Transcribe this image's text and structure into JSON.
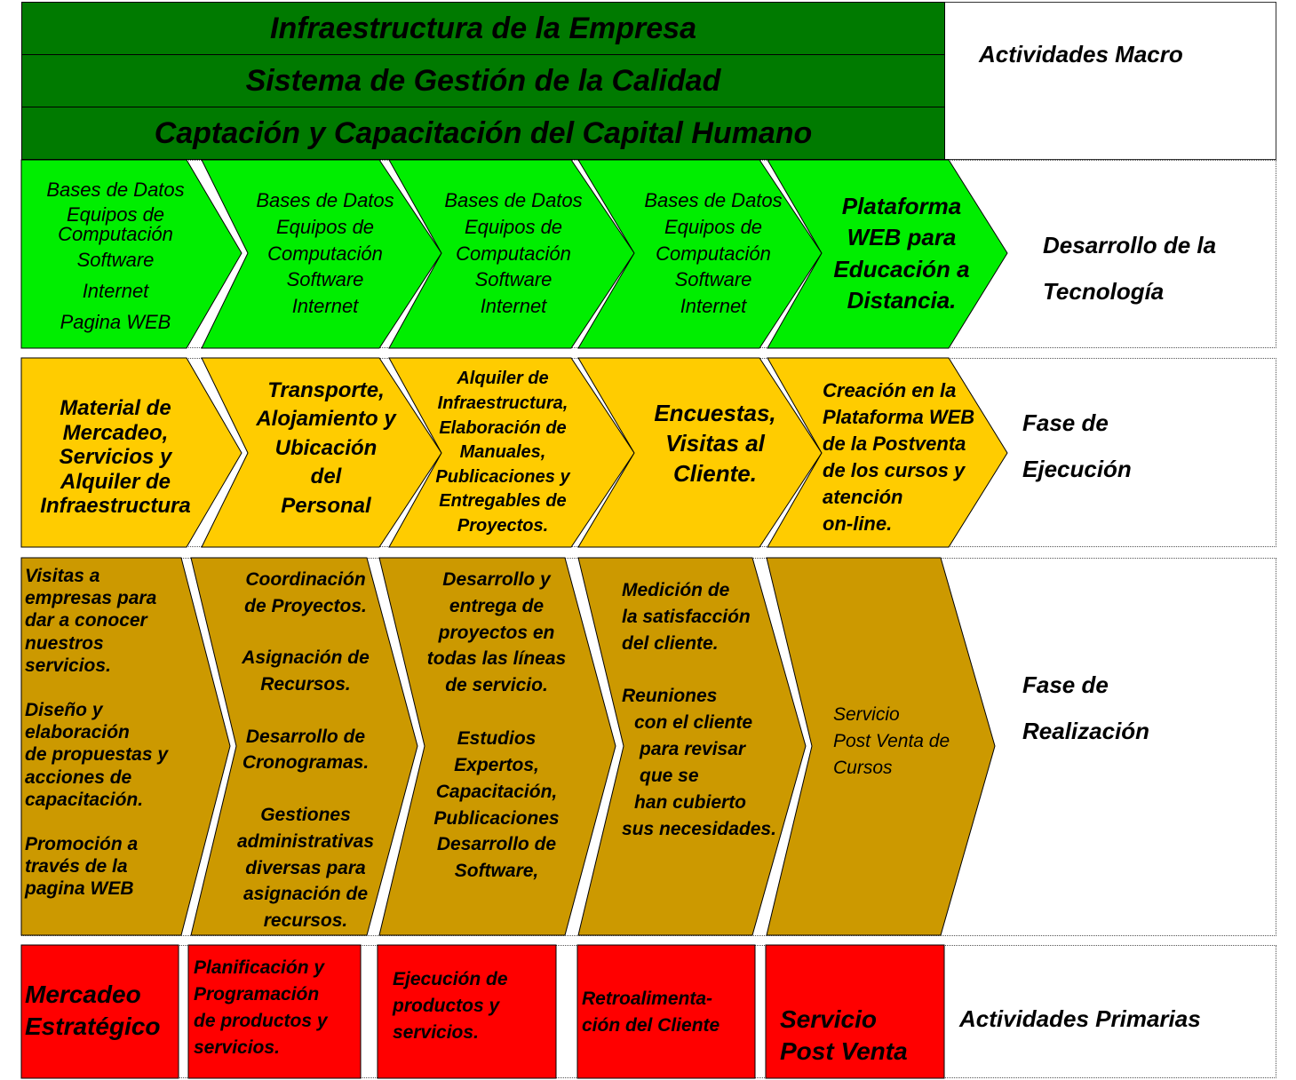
{
  "macro": {
    "bars": [
      "Infraestructura de la Empresa",
      "Sistema de Gestión de la Calidad",
      "Captación y Capacitación del Capital Humano"
    ],
    "label": "Actividades Macro"
  },
  "rows": [
    {
      "id": "tecnologia",
      "label": [
        "Desarrollo de la",
        "Tecnología"
      ],
      "color": "#00ee00",
      "cells": [
        [
          "Bases de Datos",
          "Equipos de",
          "Computación",
          "Software",
          "Internet",
          "Pagina WEB"
        ],
        [
          "Bases de Datos",
          "Equipos de",
          "Computación",
          "Software",
          "Internet"
        ],
        [
          "Bases de Datos",
          "Equipos de",
          "Computación",
          "Software",
          "Internet"
        ],
        [
          "Bases de Datos",
          "Equipos de",
          "Computación",
          "Software",
          "Internet"
        ],
        [
          "Plataforma",
          "WEB para",
          "Educación a",
          "Distancia."
        ]
      ]
    },
    {
      "id": "ejecucion",
      "label": [
        "Fase de",
        "Ejecución"
      ],
      "color": "#ffcc00",
      "cells": [
        [
          "Material de",
          "Mercadeo,",
          "Servicios y",
          "Alquiler de",
          "Infraestructura"
        ],
        [
          "Transporte,",
          "Alojamiento y",
          "Ubicación",
          "del",
          "Personal"
        ],
        [
          "Alquiler de",
          "Infraestructura,",
          "Elaboración de",
          "Manuales,",
          "Publicaciones y",
          "Entregables de",
          "Proyectos."
        ],
        [
          "Encuestas,",
          "Visitas al",
          "Cliente."
        ],
        [
          "Creación en la",
          "Plataforma WEB",
          "de la Postventa",
          "de los cursos y",
          "atención",
          "on-line."
        ]
      ]
    },
    {
      "id": "realizacion",
      "label": [
        "Fase de",
        "Realización"
      ],
      "color": "#cc9900",
      "cells": [
        [
          "Visitas a",
          "empresas  para",
          "dar a conocer",
          "nuestros",
          "servicios.",
          "",
          "Diseño y",
          "elaboración",
          "de propuestas y",
          "acciones de",
          "capacitación.",
          "",
          "Promoción a",
          "través de la",
          "pagina WEB"
        ],
        [
          "Coordinación",
          "de Proyectos.",
          "",
          "Asignación de",
          "Recursos.",
          "",
          "Desarrollo de",
          "Cronogramas.",
          "",
          "Gestiones",
          "administrativas",
          "diversas para",
          "asignación de",
          "recursos."
        ],
        [
          "Desarrollo y",
          "entrega de",
          "proyectos en",
          "todas las líneas",
          "de servicio.",
          "",
          "Estudios",
          "Expertos,",
          "Capacitación,",
          "Publicaciones",
          "Desarrollo de",
          "Software,"
        ],
        [
          "Medición de",
          "la satisfacción",
          "del cliente.",
          "",
          "Reuniones",
          "con el cliente",
          "para  revisar",
          "que se",
          "han cubierto",
          "sus necesidades."
        ],
        [
          "Servicio",
          "Post Venta de",
          "Cursos"
        ]
      ]
    }
  ],
  "primary": {
    "label": "Actividades Primarias",
    "color": "#ff0000",
    "boxes": [
      [
        "Mercadeo",
        "Estratégico"
      ],
      [
        "Planificación y",
        "Programación",
        "de productos y",
        "servicios."
      ],
      [
        "Ejecución de",
        "productos y",
        "servicios."
      ],
      [
        "Retroalimenta-",
        "ción del Cliente"
      ],
      [
        "Servicio",
        "Post Venta"
      ]
    ]
  }
}
